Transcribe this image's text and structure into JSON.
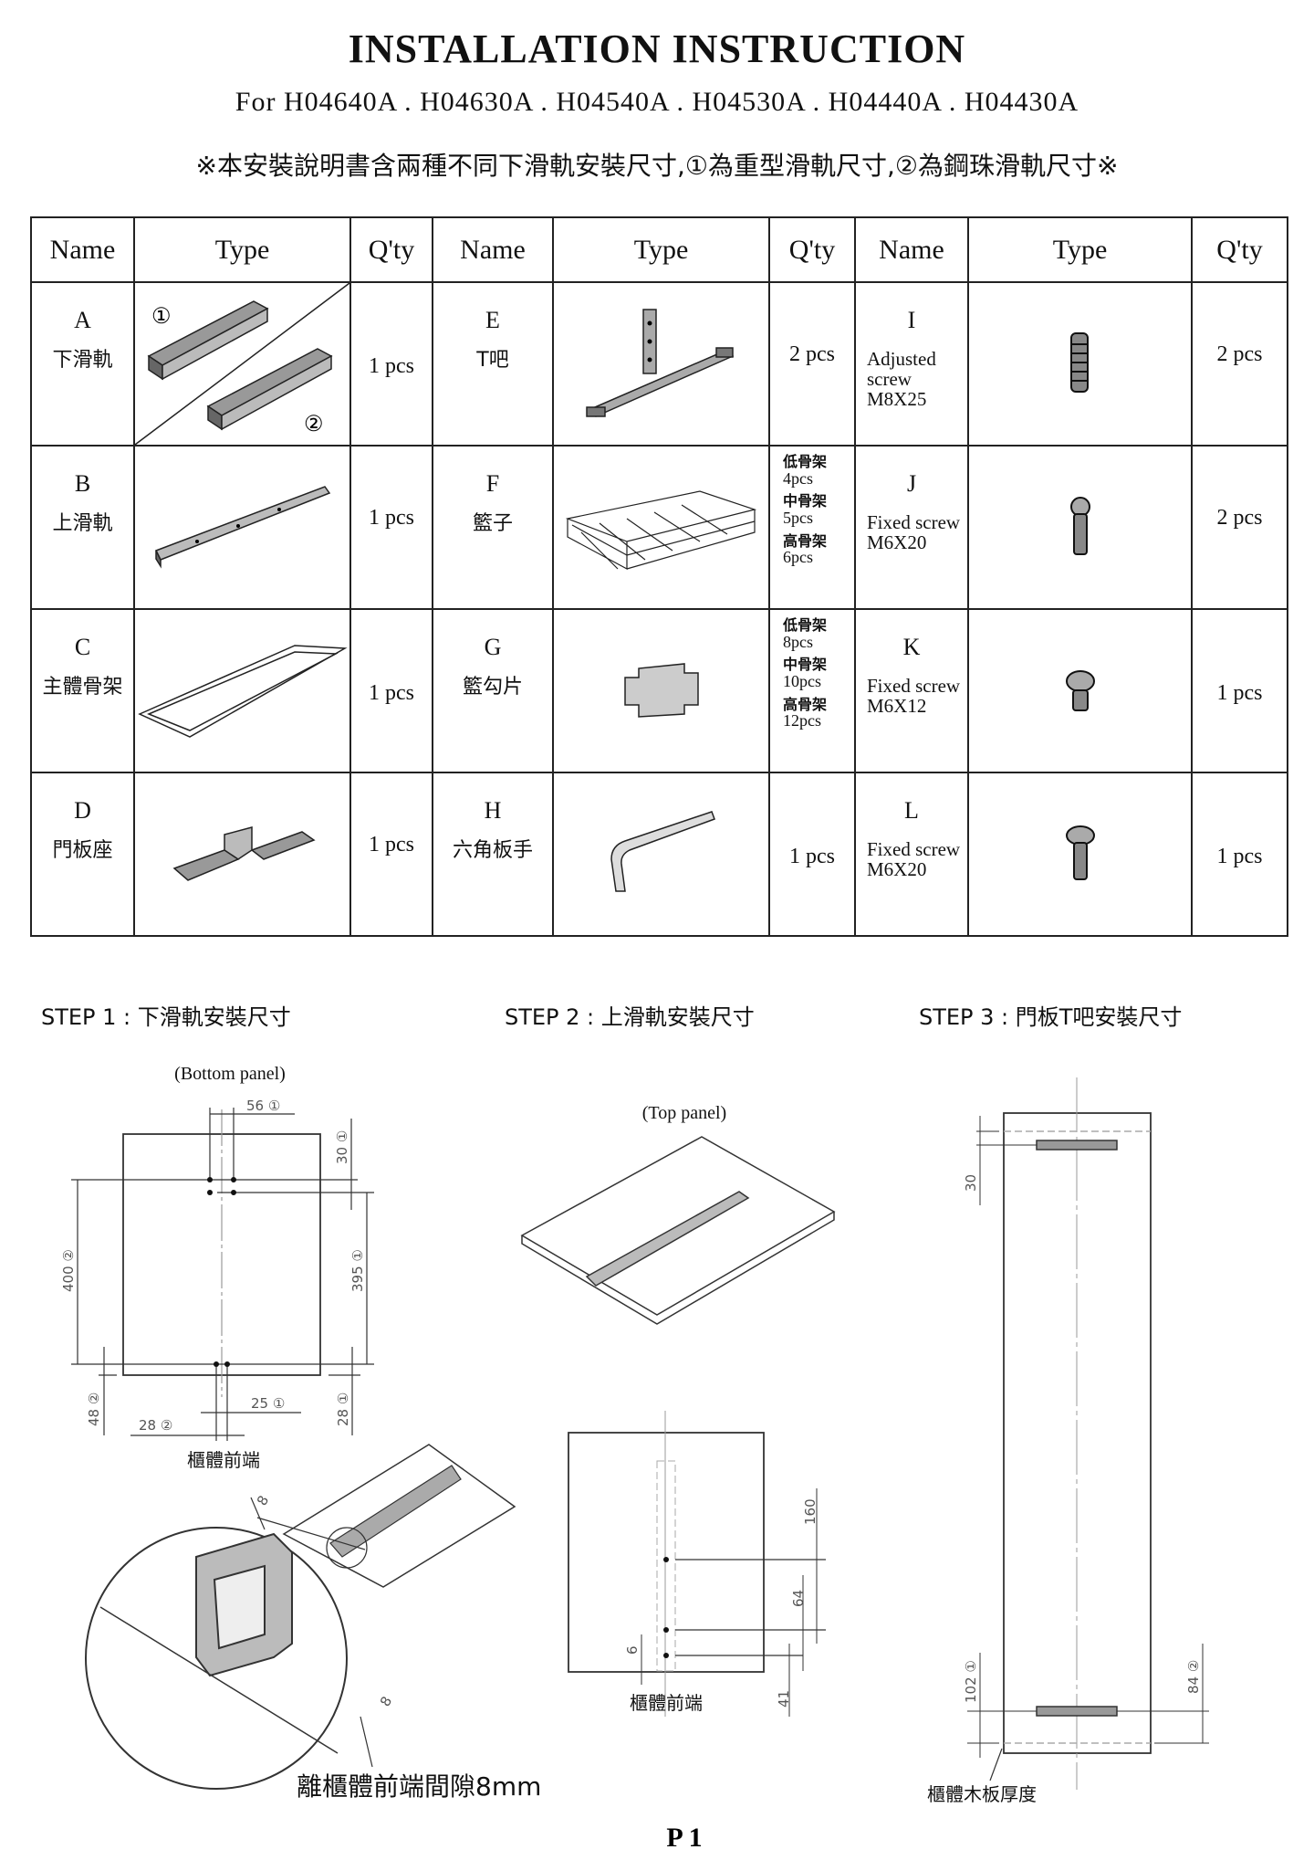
{
  "header": {
    "title": "INSTALLATION INSTRUCTION",
    "models": "For  H04640A . H04630A . H04540A . H04530A . H04440A . H04430A",
    "note": "※本安裝說明書含兩種不同下滑軌安裝尺寸,①為重型滑軌尺寸,②為鋼珠滑軌尺寸※"
  },
  "table": {
    "headers": [
      "Name",
      "Type",
      "Q'ty",
      "Name",
      "Type",
      "Q'ty",
      "Name",
      "Type",
      "Q'ty"
    ],
    "rows": [
      {
        "c1": {
          "letter": "A",
          "name": "下滑軌",
          "qty": "1 pcs",
          "mark1": "①",
          "mark2": "②"
        },
        "c2": {
          "letter": "E",
          "name": "T吧",
          "qty": "2 pcs"
        },
        "c3": {
          "letter": "I",
          "name": "Adjusted screw M8X25",
          "qty": "2 pcs"
        }
      },
      {
        "c1": {
          "letter": "B",
          "name": "上滑軌",
          "qty": "1 pcs"
        },
        "c2": {
          "letter": "F",
          "name": "籃子",
          "tiers": [
            {
              "label": "低骨架",
              "qty": "4pcs"
            },
            {
              "label": "中骨架",
              "qty": "5pcs"
            },
            {
              "label": "高骨架",
              "qty": "6pcs"
            }
          ]
        },
        "c3": {
          "letter": "J",
          "name": "Fixed screw M6X20",
          "qty": "2 pcs"
        }
      },
      {
        "c1": {
          "letter": "C",
          "name": "主體骨架",
          "qty": "1 pcs"
        },
        "c2": {
          "letter": "G",
          "name": "籃勾片",
          "tiers": [
            {
              "label": "低骨架",
              "qty": "8pcs"
            },
            {
              "label": "中骨架",
              "qty": "10pcs"
            },
            {
              "label": "高骨架",
              "qty": "12pcs"
            }
          ]
        },
        "c3": {
          "letter": "K",
          "name": "Fixed screw M6X12",
          "qty": "1 pcs"
        }
      },
      {
        "c1": {
          "letter": "D",
          "name": "門板座",
          "qty": "1 pcs"
        },
        "c2": {
          "letter": "H",
          "name": "六角板手",
          "qty": "1 pcs"
        },
        "c3": {
          "letter": "L",
          "name": "Fixed screw M6X20",
          "qty": "1 pcs"
        }
      }
    ]
  },
  "step1": {
    "title": "STEP 1 : 下滑軌安裝尺寸",
    "panel": "(Bottom panel)",
    "d56": "56 ①",
    "d30": "30 ①",
    "d395": "395 ①",
    "d400": "400 ②",
    "d48": "48 ②",
    "d28a": "28 ②",
    "d25": "25 ①",
    "d28b": "28 ①",
    "front": "櫃體前端",
    "d8a": "8",
    "d8b": "8",
    "gap": "離櫃體前端間隙8mm"
  },
  "step2": {
    "title": "STEP 2 : 上滑軌安裝尺寸",
    "panel": "(Top panel)",
    "d160": "160",
    "d64": "64",
    "d6": "6",
    "d41": "41",
    "front": "櫃體前端"
  },
  "step3": {
    "title": "STEP 3 : 門板T吧安裝尺寸",
    "d30": "30",
    "d102": "102 ①",
    "d84": "84 ②",
    "thickness": "櫃體木板厚度"
  },
  "footer": {
    "page": "P 1"
  }
}
